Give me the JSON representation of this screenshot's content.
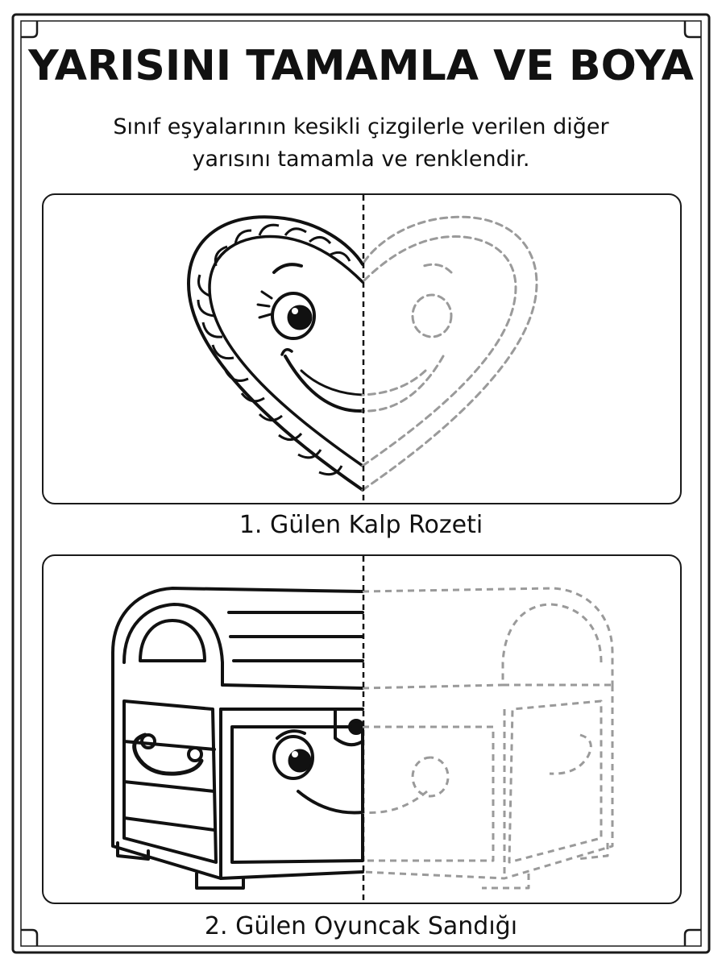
{
  "worksheet": {
    "title": "YARISINI TAMAMLA VE BOYA",
    "instruction_line1": "Sınıf eşyalarının kesikli çizgilerle verilen diğer",
    "instruction_line2": "yarısını tamamla ve renklendir.",
    "items": [
      {
        "caption": "1. Gülen Kalp Rozeti",
        "illustration": "smiling-heart-badge"
      },
      {
        "caption": "2. Gülen Oyuncak Sandığı",
        "illustration": "smiling-toy-chest"
      }
    ]
  }
}
